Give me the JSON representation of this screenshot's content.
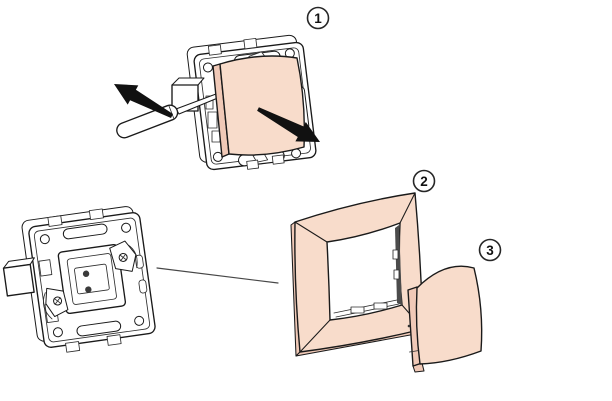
{
  "figure": {
    "kind": "installation-diagram",
    "background": "#ffffff",
    "steps": [
      {
        "label": "1",
        "part": "switch-mechanism-with-rocker-and-screwdriver"
      },
      {
        "label": "2",
        "part": "cover-frame"
      },
      {
        "label": "3",
        "part": "rocker-cover"
      }
    ],
    "extra_parts": [
      "flush-mechanism-rear-view"
    ],
    "colors": {
      "part_fill": "#f8dccb",
      "part_fill_dark": "#f0c9b7",
      "outline": "#1a1a1a",
      "thin_line": "#2e2e2e",
      "arrow": "#111111",
      "connector": "#474747",
      "opening_shadow": "#4c4c4c"
    }
  }
}
